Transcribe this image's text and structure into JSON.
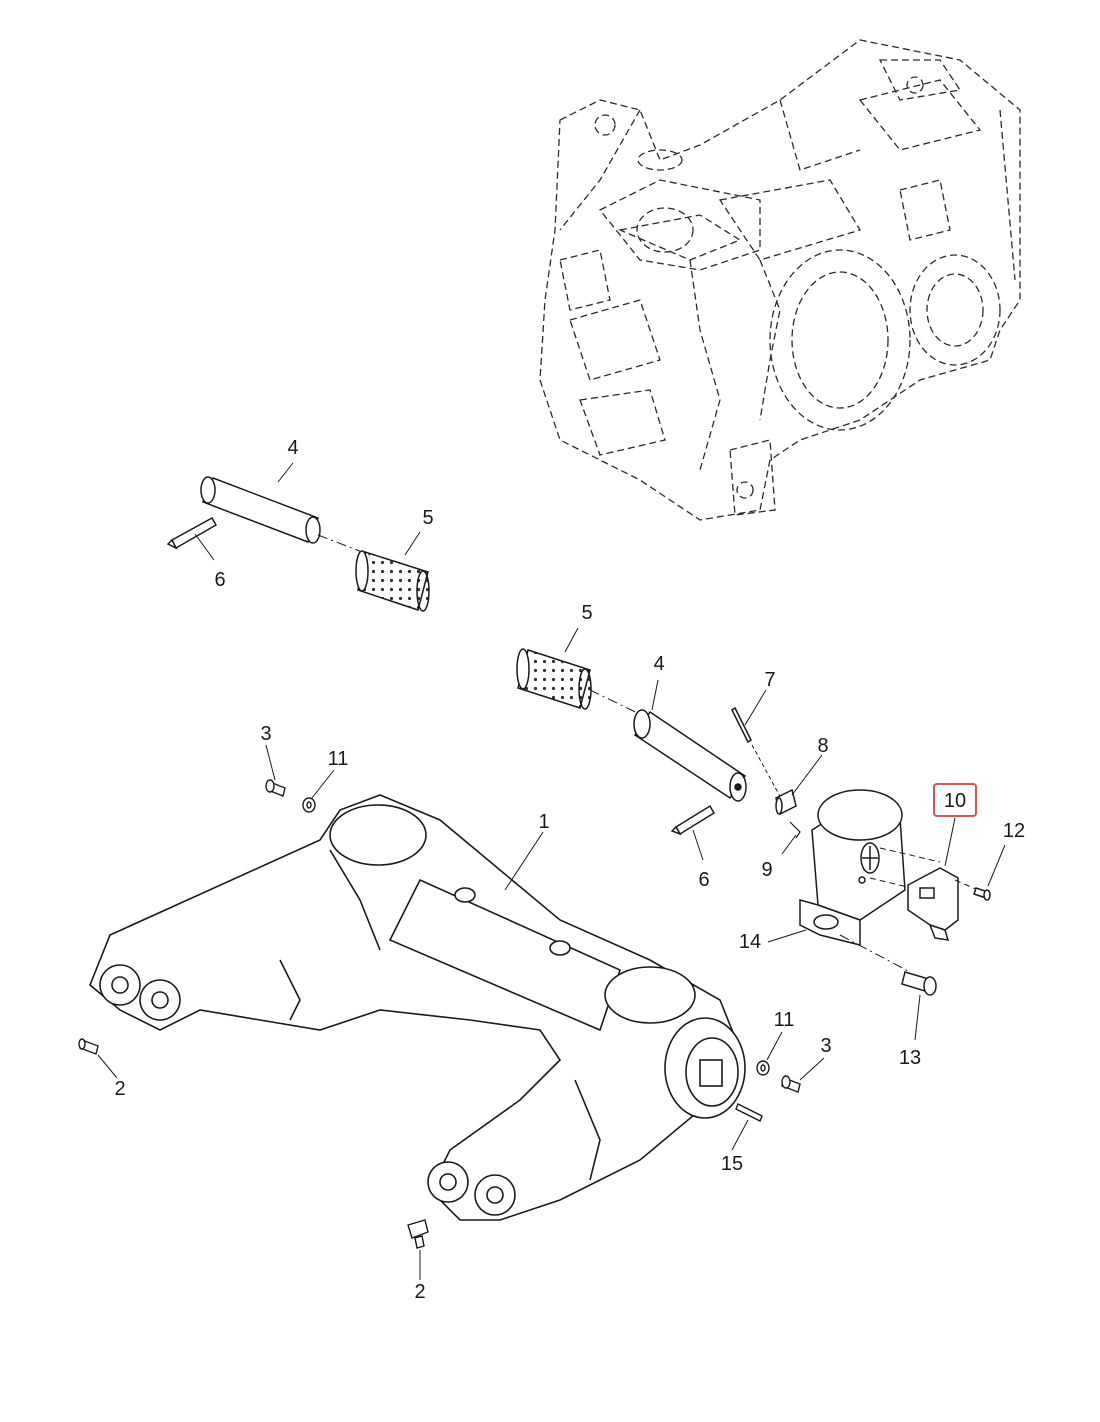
{
  "diagram": {
    "callouts": [
      {
        "id": "label-1",
        "text": "1"
      },
      {
        "id": "label-2a",
        "text": "2"
      },
      {
        "id": "label-2b",
        "text": "2"
      },
      {
        "id": "label-3a",
        "text": "3"
      },
      {
        "id": "label-3b",
        "text": "3"
      },
      {
        "id": "label-4a",
        "text": "4"
      },
      {
        "id": "label-4b",
        "text": "4"
      },
      {
        "id": "label-5a",
        "text": "5"
      },
      {
        "id": "label-5b",
        "text": "5"
      },
      {
        "id": "label-6a",
        "text": "6"
      },
      {
        "id": "label-6b",
        "text": "6"
      },
      {
        "id": "label-7",
        "text": "7"
      },
      {
        "id": "label-8",
        "text": "8"
      },
      {
        "id": "label-9",
        "text": "9"
      },
      {
        "id": "label-10",
        "text": "10",
        "highlighted": true
      },
      {
        "id": "label-11a",
        "text": "11"
      },
      {
        "id": "label-11b",
        "text": "11"
      },
      {
        "id": "label-12",
        "text": "12"
      },
      {
        "id": "label-13",
        "text": "13"
      },
      {
        "id": "label-14",
        "text": "14"
      },
      {
        "id": "label-15",
        "text": "15"
      }
    ],
    "colors": {
      "line": "#1a1a1a",
      "highlight": "#d9534f",
      "background": "#ffffff"
    }
  }
}
